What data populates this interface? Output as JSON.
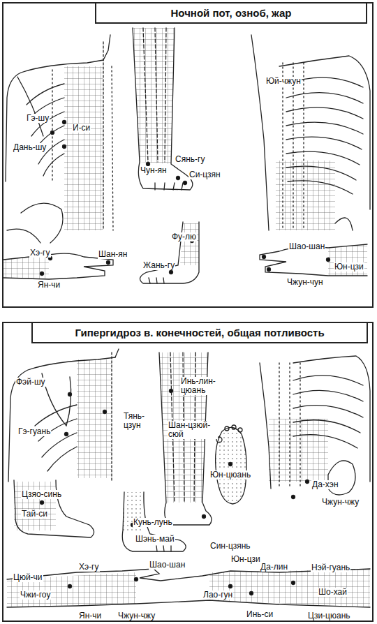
{
  "diagram": {
    "nodes": [
      {
        "text": [
          "Ночной пот, озноб, жар"
        ]
      },
      {
        "text": [
          "Гипергидроз в. конечностей, общая потливость"
        ]
      }
    ],
    "labels": [
      "Гэ-шу",
      "И-си",
      "Дань-шу",
      "Чун-ян",
      "Сянь-гу",
      "Си-цзян",
      "Юй-чжун",
      "Фу-лю",
      "Жань-гу",
      "Хэ-гу",
      "Шан-ян",
      "Ян-чи",
      "Шао-шан",
      "Юн-цзи",
      "Чжун-чун",
      "Фэй-шу",
      "Тянь-цзун",
      "Гэ-гуань",
      "Инь-лин-цюань",
      "Шан-цзюй-сюй",
      "Юн-цюань",
      "Да-хэн",
      "Чжун-чжу",
      "Цзяо-синь",
      "Тай-си",
      "Кунь-лунь",
      "Шэнь-май",
      "Син-цзянь",
      "Юн-цзи",
      "Шао-шан",
      "Да-лин",
      "Нэй-гуань",
      "Хэ-гу",
      "Цюй-чи",
      "Чжи-гоу",
      "Ян-чи",
      "Чжун-чжу",
      "Лао-гун",
      "Инь-си",
      "Шо-хай",
      "Цзи-цюань"
    ]
  }
}
